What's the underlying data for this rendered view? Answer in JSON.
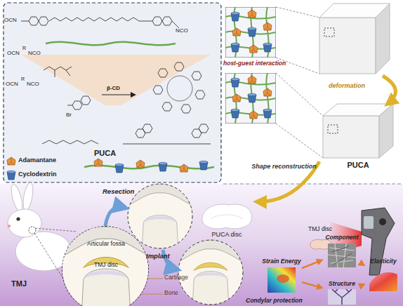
{
  "diagram": {
    "nodes": [
      {
        "text": [
          "PUCA"
        ]
      },
      {
        "text": [
          "PUCA disc"
        ]
      },
      {
        "text": [
          "TMJ disc"
        ]
      },
      {
        "text": [
          "Articular fossa",
          "TMJ disc"
        ]
      },
      {
        "text": [
          "Strain Energy"
        ]
      },
      {
        "text": [
          "Component"
        ]
      },
      {
        "text": [
          "Structure"
        ]
      },
      {
        "text": [
          "Elasticity"
        ]
      }
    ],
    "edges": [
      {
        "from": 0,
        "to": 1,
        "arrow": "to",
        "label": "Shape reconstruction"
      },
      {
        "from": 4,
        "to": 5,
        "arrow": "to"
      },
      {
        "from": 5,
        "to": 7,
        "arrow": "to"
      },
      {
        "from": 4,
        "to": 6,
        "arrow": "to"
      },
      {
        "from": 6,
        "to": 7,
        "arrow": "to"
      }
    ],
    "labels": [
      "OCN",
      "NCO",
      "OCN",
      "R",
      "NCO",
      "OCN",
      "R",
      "NCO",
      "Br",
      "β-CD",
      "PUCA",
      "host-guest interaction",
      "deformation",
      "Cartilage",
      "Bone",
      "TMJ",
      "Resection",
      "Implant",
      "Condylar protection"
    ],
    "legend": [
      {
        "text": "Adamantane"
      },
      {
        "text": "Cyclodextrin"
      }
    ]
  }
}
